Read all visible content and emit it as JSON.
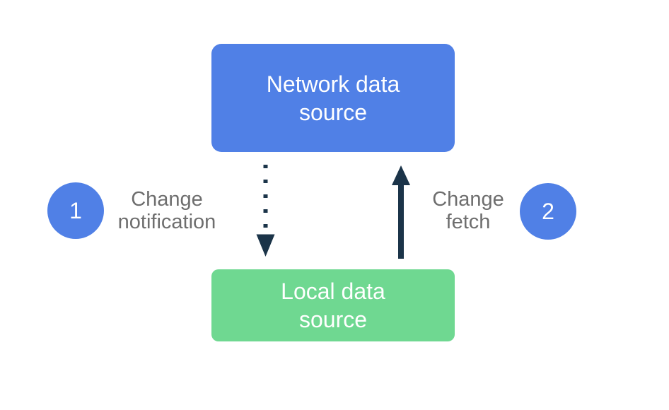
{
  "diagram": {
    "nodes": {
      "network": {
        "line1": "Network data",
        "line2": "source",
        "fill": "#5080E6",
        "text_color": "#FFFFFF"
      },
      "local": {
        "line1": "Local data",
        "line2": "source",
        "fill": "#6FD891",
        "text_color": "#FFFFFF"
      }
    },
    "steps": {
      "one": {
        "number": "1",
        "line1": "Change",
        "line2": "notification"
      },
      "two": {
        "number": "2",
        "line1": "Change",
        "line2": "fetch"
      }
    },
    "arrows": {
      "notification": {
        "style": "dotted",
        "direction": "down"
      },
      "fetch": {
        "style": "solid",
        "direction": "up"
      }
    },
    "colors": {
      "node_blue": "#5080E6",
      "node_green": "#6FD891",
      "badge_blue": "#5080E6",
      "arrow_dark": "#1B3449",
      "label_gray": "#6E6E6E",
      "background": "#FFFFFF"
    }
  }
}
